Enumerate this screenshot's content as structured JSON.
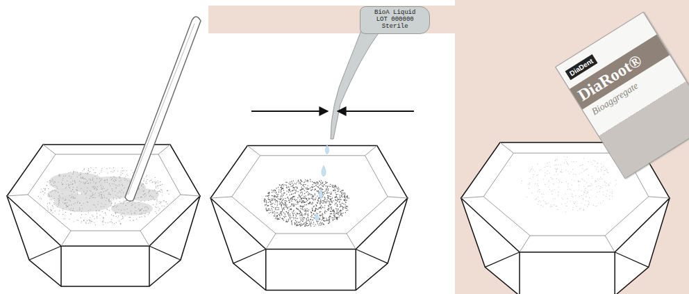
{
  "diagram": {
    "nodes": [
      {
        "text": [
          "BioA Liquid",
          "LOT 000000",
          "Sterile"
        ]
      },
      {
        "text": [
          "DiaDent",
          "DiaRoot®",
          "Bioaggregate"
        ]
      }
    ]
  }
}
